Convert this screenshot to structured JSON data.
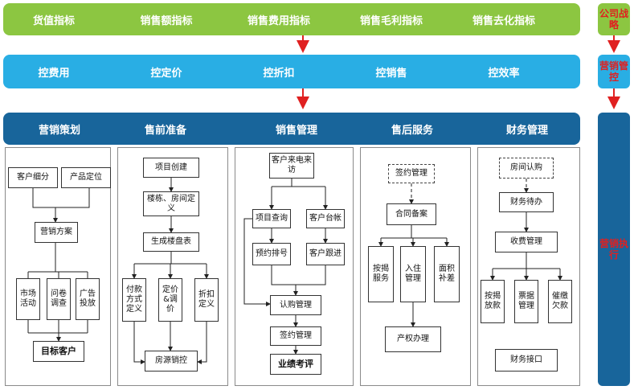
{
  "strategy_bar": {
    "items": [
      "货值指标",
      "销售额指标",
      "销售费用指标",
      "销售毛利指标",
      "销售去化指标"
    ]
  },
  "control_bar": {
    "items": [
      "控费用",
      "控定价",
      "控折扣",
      "控销售",
      "控效率"
    ]
  },
  "execution_bar": {
    "items": [
      "营销策划",
      "售前准备",
      "销售管理",
      "售后服务",
      "财务管理"
    ]
  },
  "side_labels": {
    "strategy": "公司战略",
    "control": "营销管控",
    "execution": "营销执行"
  },
  "colors": {
    "strategy": "#8cc641",
    "control": "#29aee4",
    "execution": "#18659b",
    "arrow": "#e02020",
    "side_label": "#e02020"
  },
  "panels": {
    "marketing_plan": {
      "customer_segment": "客户细分",
      "product_positioning": "产品定位",
      "marketing_scheme": "营销方案",
      "market_activity": "市场活动",
      "survey": "问卷调查",
      "advertising": "广告投放",
      "target_customer": "目标客户"
    },
    "presale_prep": {
      "project_create": "项目创建",
      "building_room_define": "楼栋、房间定义",
      "generate_sales_table": "生成楼盘表",
      "payment_method_define": "付款方式定义",
      "pricing_adjust": "定价&调价",
      "discount_define": "折扣定义",
      "inventory_control": "房源销控"
    },
    "sales_management": {
      "customer_visit": "客户来电来访",
      "project_query": "项目查询",
      "customer_ledger": "客户台帐",
      "reservation": "预约排号",
      "customer_followup": "客户跟进",
      "subscription_mgmt": "认购管理",
      "contract_mgmt": "签约管理",
      "performance_review": "业绩考评"
    },
    "after_sales": {
      "contract_sign": "签约管理",
      "contract_filing": "合同备案",
      "mortgage_service": "按揭服务",
      "move_in_mgmt": "入住管理",
      "area_adjust": "面积补差",
      "property_title": "产权办理"
    },
    "finance": {
      "room_subscription": "房间认购",
      "finance_pending": "财务待办",
      "fee_mgmt": "收费管理",
      "mortgage_disbursement": "按揭放款",
      "receipt_mgmt": "票据管理",
      "overdue_collection": "催缴欠款",
      "finance_interface": "财务接口"
    }
  }
}
